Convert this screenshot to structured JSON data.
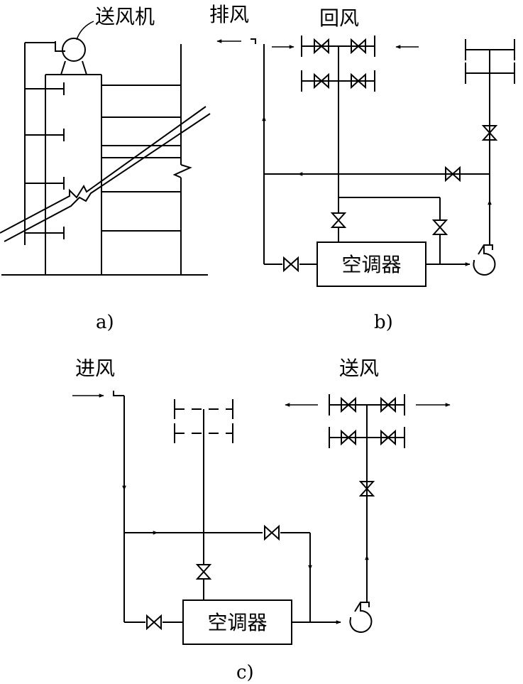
{
  "panel_a": {
    "fan_label": "送风机",
    "caption": "a)"
  },
  "panel_b": {
    "exhaust_label": "排风",
    "return_label": "回风",
    "unit_label": "空调器",
    "caption": "b)"
  },
  "panel_c": {
    "intake_label": "进风",
    "supply_label": "送风",
    "unit_label": "空调器",
    "caption": "c)"
  }
}
